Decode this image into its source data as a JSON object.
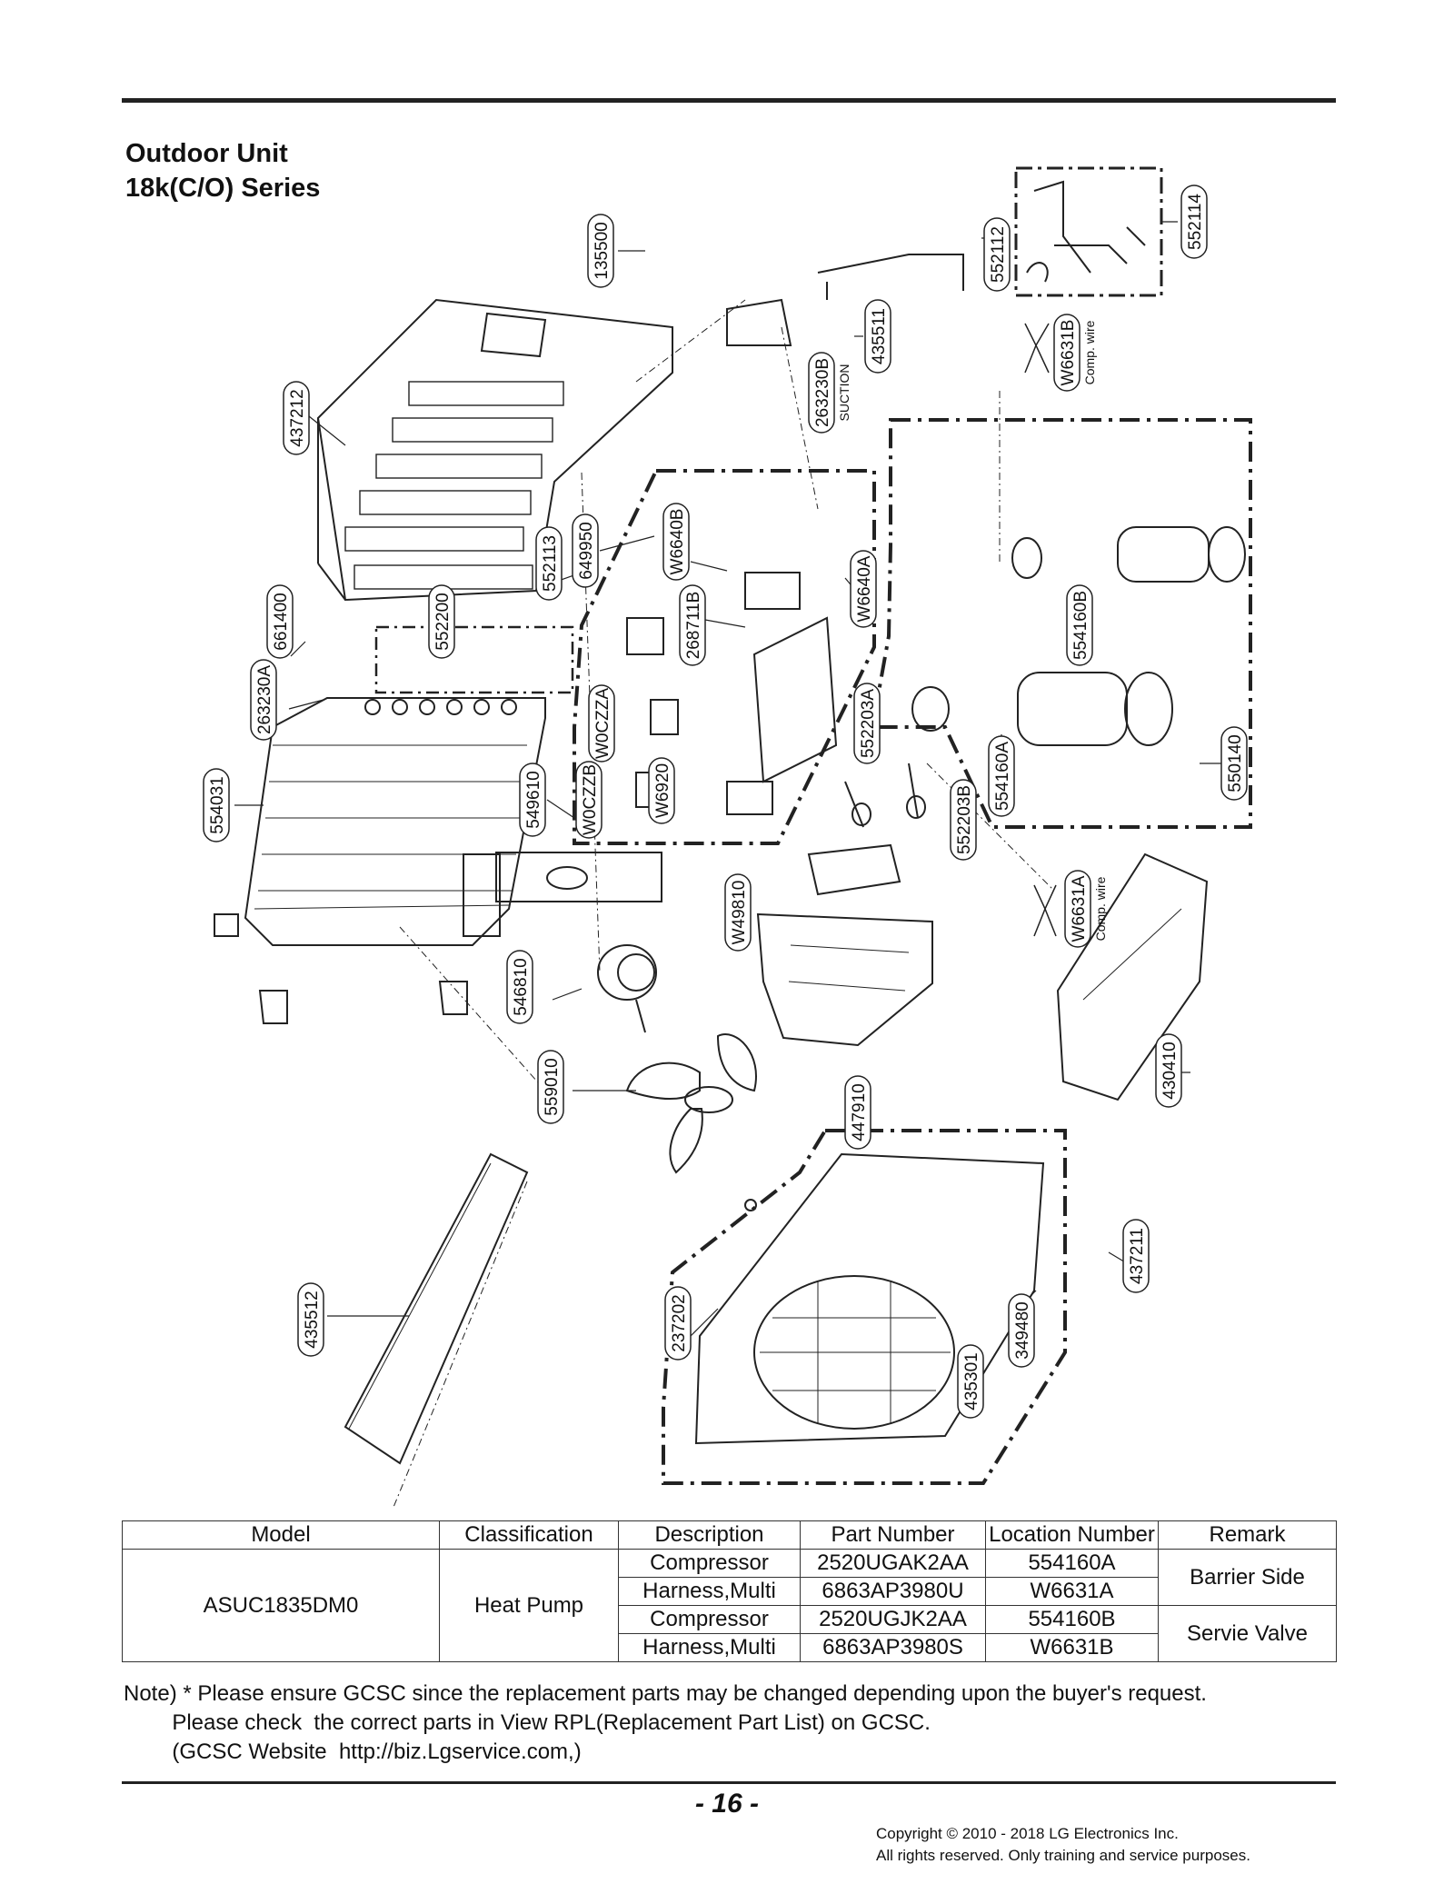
{
  "header": {
    "title_line1": "Outdoor Unit",
    "title_line2": "18k(C/O) Series"
  },
  "diagram": {
    "callouts": [
      {
        "id": "135500",
        "text": "135500"
      },
      {
        "id": "552112",
        "text": "552112"
      },
      {
        "id": "552114",
        "text": "552114"
      },
      {
        "id": "435511",
        "text": "435511"
      },
      {
        "id": "W6631B",
        "text": "W6631B",
        "sub": "Comp. wire"
      },
      {
        "id": "263230B",
        "text": "263230B",
        "sub": "SUCTION"
      },
      {
        "id": "437212",
        "text": "437212"
      },
      {
        "id": "649950",
        "text": "649950"
      },
      {
        "id": "552113",
        "text": "552113"
      },
      {
        "id": "W6640B",
        "text": "W6640B"
      },
      {
        "id": "W6640A",
        "text": "W6640A"
      },
      {
        "id": "268711B",
        "text": "268711B"
      },
      {
        "id": "661400",
        "text": "661400"
      },
      {
        "id": "552200",
        "text": "552200"
      },
      {
        "id": "554160B",
        "text": "554160B"
      },
      {
        "id": "263230A",
        "text": "263230A"
      },
      {
        "id": "W0CZZA",
        "text": "W0CZZA"
      },
      {
        "id": "552203A",
        "text": "552203A"
      },
      {
        "id": "554031",
        "text": "554031"
      },
      {
        "id": "549610",
        "text": "549610"
      },
      {
        "id": "W0CZZB",
        "text": "W0CZZB"
      },
      {
        "id": "W6920",
        "text": "W6920"
      },
      {
        "id": "554160A",
        "text": "554160A"
      },
      {
        "id": "550140",
        "text": "550140"
      },
      {
        "id": "552203B",
        "text": "552203B"
      },
      {
        "id": "W49810",
        "text": "W49810"
      },
      {
        "id": "W6631A",
        "text": "W6631A",
        "sub": "Comp. wire"
      },
      {
        "id": "546810",
        "text": "546810"
      },
      {
        "id": "430410",
        "text": "430410"
      },
      {
        "id": "559010",
        "text": "559010"
      },
      {
        "id": "447910",
        "text": "447910"
      },
      {
        "id": "437211",
        "text": "437211"
      },
      {
        "id": "435512",
        "text": "435512"
      },
      {
        "id": "237202",
        "text": "237202"
      },
      {
        "id": "349480",
        "text": "349480"
      },
      {
        "id": "435301",
        "text": "435301"
      }
    ]
  },
  "table": {
    "headers": [
      "Model",
      "Classification",
      "Description",
      "Part Number",
      "Location Number",
      "Remark"
    ],
    "model": "ASUC1835DM0",
    "classification": "Heat Pump",
    "rows": [
      {
        "description": "Compressor",
        "part_number": "2520UGAK2AA",
        "location": "554160A"
      },
      {
        "description": "Harness,Multi",
        "part_number": "6863AP3980U",
        "location": "W6631A"
      },
      {
        "description": "Compressor",
        "part_number": "2520UGJK2AA",
        "location": "554160B"
      },
      {
        "description": "Harness,Multi",
        "part_number": "6863AP3980S",
        "location": "W6631B"
      }
    ],
    "remarks": [
      "Barrier Side",
      "Servie Valve"
    ]
  },
  "note": {
    "line1": "Note) * Please ensure GCSC since the replacement parts may be changed depending upon the buyer's request.",
    "line2": "        Please check  the correct parts in View RPL(Replacement Part List) on GCSC.",
    "line3": "        (GCSC Website  http://biz.Lgservice.com,)"
  },
  "footer": {
    "page_number": "- 16 -",
    "copyright_line1": "Copyright © 2010 - 2018 LG Electronics Inc.",
    "copyright_line2": "All rights reserved. Only training and service purposes."
  }
}
